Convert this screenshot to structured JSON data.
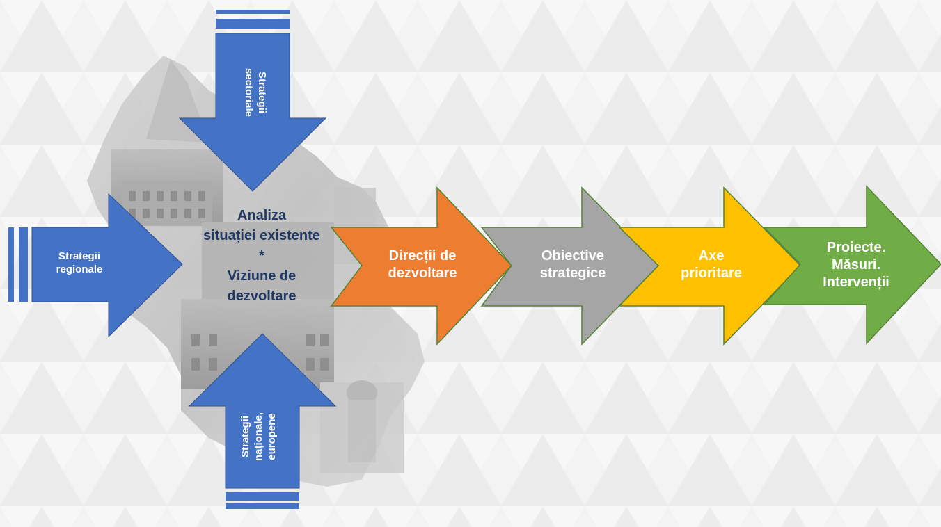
{
  "colors": {
    "blue": "#4472c4",
    "orange": "#ed7d31",
    "gray": "#a5a5a5",
    "yellow": "#ffc000",
    "green": "#70ad47",
    "center_text": "#1f3864"
  },
  "inputs": {
    "top": [
      "Strategii",
      "sectoriale"
    ],
    "left": [
      "Strategii",
      "regionale"
    ],
    "bottom": [
      "Strategii",
      "naționale,",
      "europene"
    ]
  },
  "center": {
    "line1": "Analiza",
    "line2": "situației existente",
    "line3": "*",
    "line4": "Viziune de",
    "line5": "dezvoltare"
  },
  "chain": [
    {
      "lines": [
        "Direcții de",
        "dezvoltare"
      ]
    },
    {
      "lines": [
        "Obiective",
        "strategice"
      ]
    },
    {
      "lines": [
        "Axe",
        "prioritare"
      ]
    },
    {
      "lines": [
        "Proiecte.",
        "Măsuri.",
        "Intervenții"
      ]
    }
  ]
}
